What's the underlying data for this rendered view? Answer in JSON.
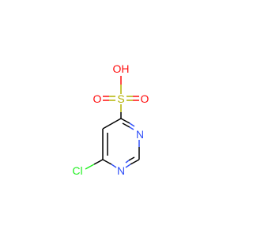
{
  "molecule": {
    "atoms": {
      "oh_label": "OH",
      "oh_label_color": "#ff0d0d",
      "s_label": "S",
      "s_label_color": "#b2b200",
      "o_left_label": "O",
      "o_right_label": "O",
      "o_color": "#ff0d0d",
      "n_top_label": "N",
      "n_bottom_label": "N",
      "n_color": "#3050f8",
      "cl_label": "Cl",
      "cl_color": "#1ff01f"
    }
  }
}
